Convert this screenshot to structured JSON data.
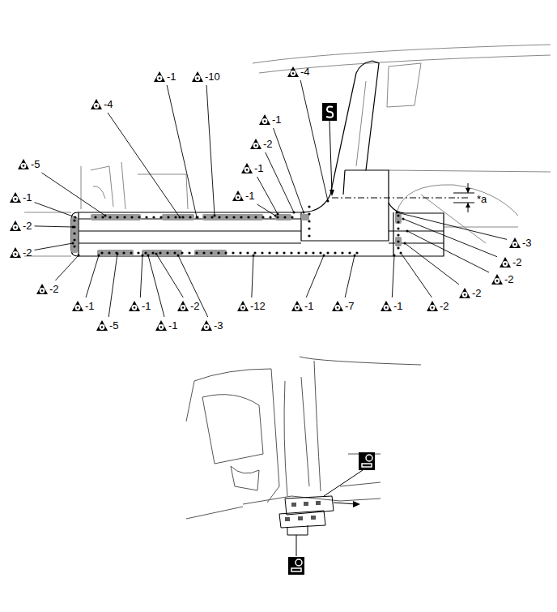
{
  "diagram": {
    "labels": [
      "-1",
      "-10",
      "-4",
      "-4",
      "-1",
      "-2",
      "-1",
      "-5",
      "-1",
      "-1",
      "-2",
      "-2",
      "-2",
      "-1",
      "-5",
      "-1",
      "-1",
      "-2",
      "-3",
      "-12",
      "-1",
      "-7",
      "-1",
      "-2",
      "-2",
      "-2",
      "-2",
      "-3",
      "*a"
    ]
  }
}
